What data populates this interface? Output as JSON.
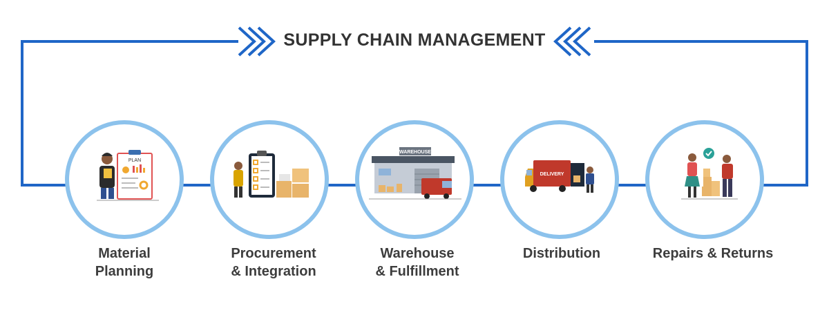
{
  "title": "SUPPLY CHAIN MANAGEMENT",
  "colors": {
    "loop_line": "#1f66c7",
    "circle_ring": "#8cc2ec",
    "label_text": "#3d3d3d",
    "title_text": "#333333"
  },
  "steps": [
    {
      "id": "material-planning",
      "label_lines": [
        "Material",
        "Planning"
      ],
      "icon": "person-with-plan-clipboard-icon",
      "icon_text": "PLAN"
    },
    {
      "id": "procurement",
      "label_lines": [
        "Procurement",
        "& Integration"
      ],
      "icon": "checklist-and-boxes-icon"
    },
    {
      "id": "warehouse",
      "label_lines": [
        "Warehouse",
        "& Fulfillment"
      ],
      "icon": "warehouse-building-icon",
      "icon_text": "WAREHOUSE"
    },
    {
      "id": "distribution",
      "label_lines": [
        "Distribution"
      ],
      "icon": "delivery-truck-icon",
      "icon_text": "DELIVERY"
    },
    {
      "id": "repairs-returns",
      "label_lines": [
        "Repairs & Returns"
      ],
      "icon": "returns-handover-icon"
    }
  ]
}
